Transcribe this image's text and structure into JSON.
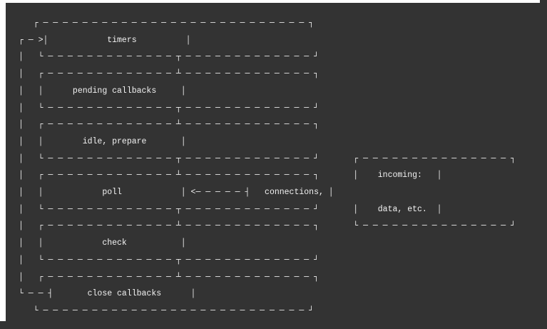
{
  "colors": {
    "page_background": "#ffffff",
    "panel_background": "#333333",
    "text": "#f2f2f2"
  },
  "diagram": {
    "lines": [
      "   ┌───────────────────────────┐",
      "┌─>│           timers          │",
      "│  └─────────────┬─────────────┘",
      "│  ┌─────────────┴─────────────┐",
      "│  │     pending callbacks     │",
      "│  └─────────────┬─────────────┘",
      "│  ┌─────────────┴─────────────┐",
      "│  │       idle, prepare       │",
      "│  └─────────────┬─────────────┘      ┌───────────────┐",
      "│  ┌─────────────┴─────────────┐      │   incoming:   │",
      "│  │           poll            │<─────┤  connections, │",
      "│  └─────────────┬─────────────┘      │   data, etc.  │",
      "│  ┌─────────────┴─────────────┐      └───────────────┘",
      "│  │           check           │",
      "│  └─────────────┬─────────────┘",
      "│  ┌─────────────┴─────────────┐",
      "└──┤      close callbacks      │",
      "   └───────────────────────────┘"
    ],
    "phases": [
      "timers",
      "pending callbacks",
      "idle, prepare",
      "poll",
      "check",
      "close callbacks"
    ],
    "side_box": [
      "incoming:",
      "connections,",
      "data, etc."
    ]
  }
}
